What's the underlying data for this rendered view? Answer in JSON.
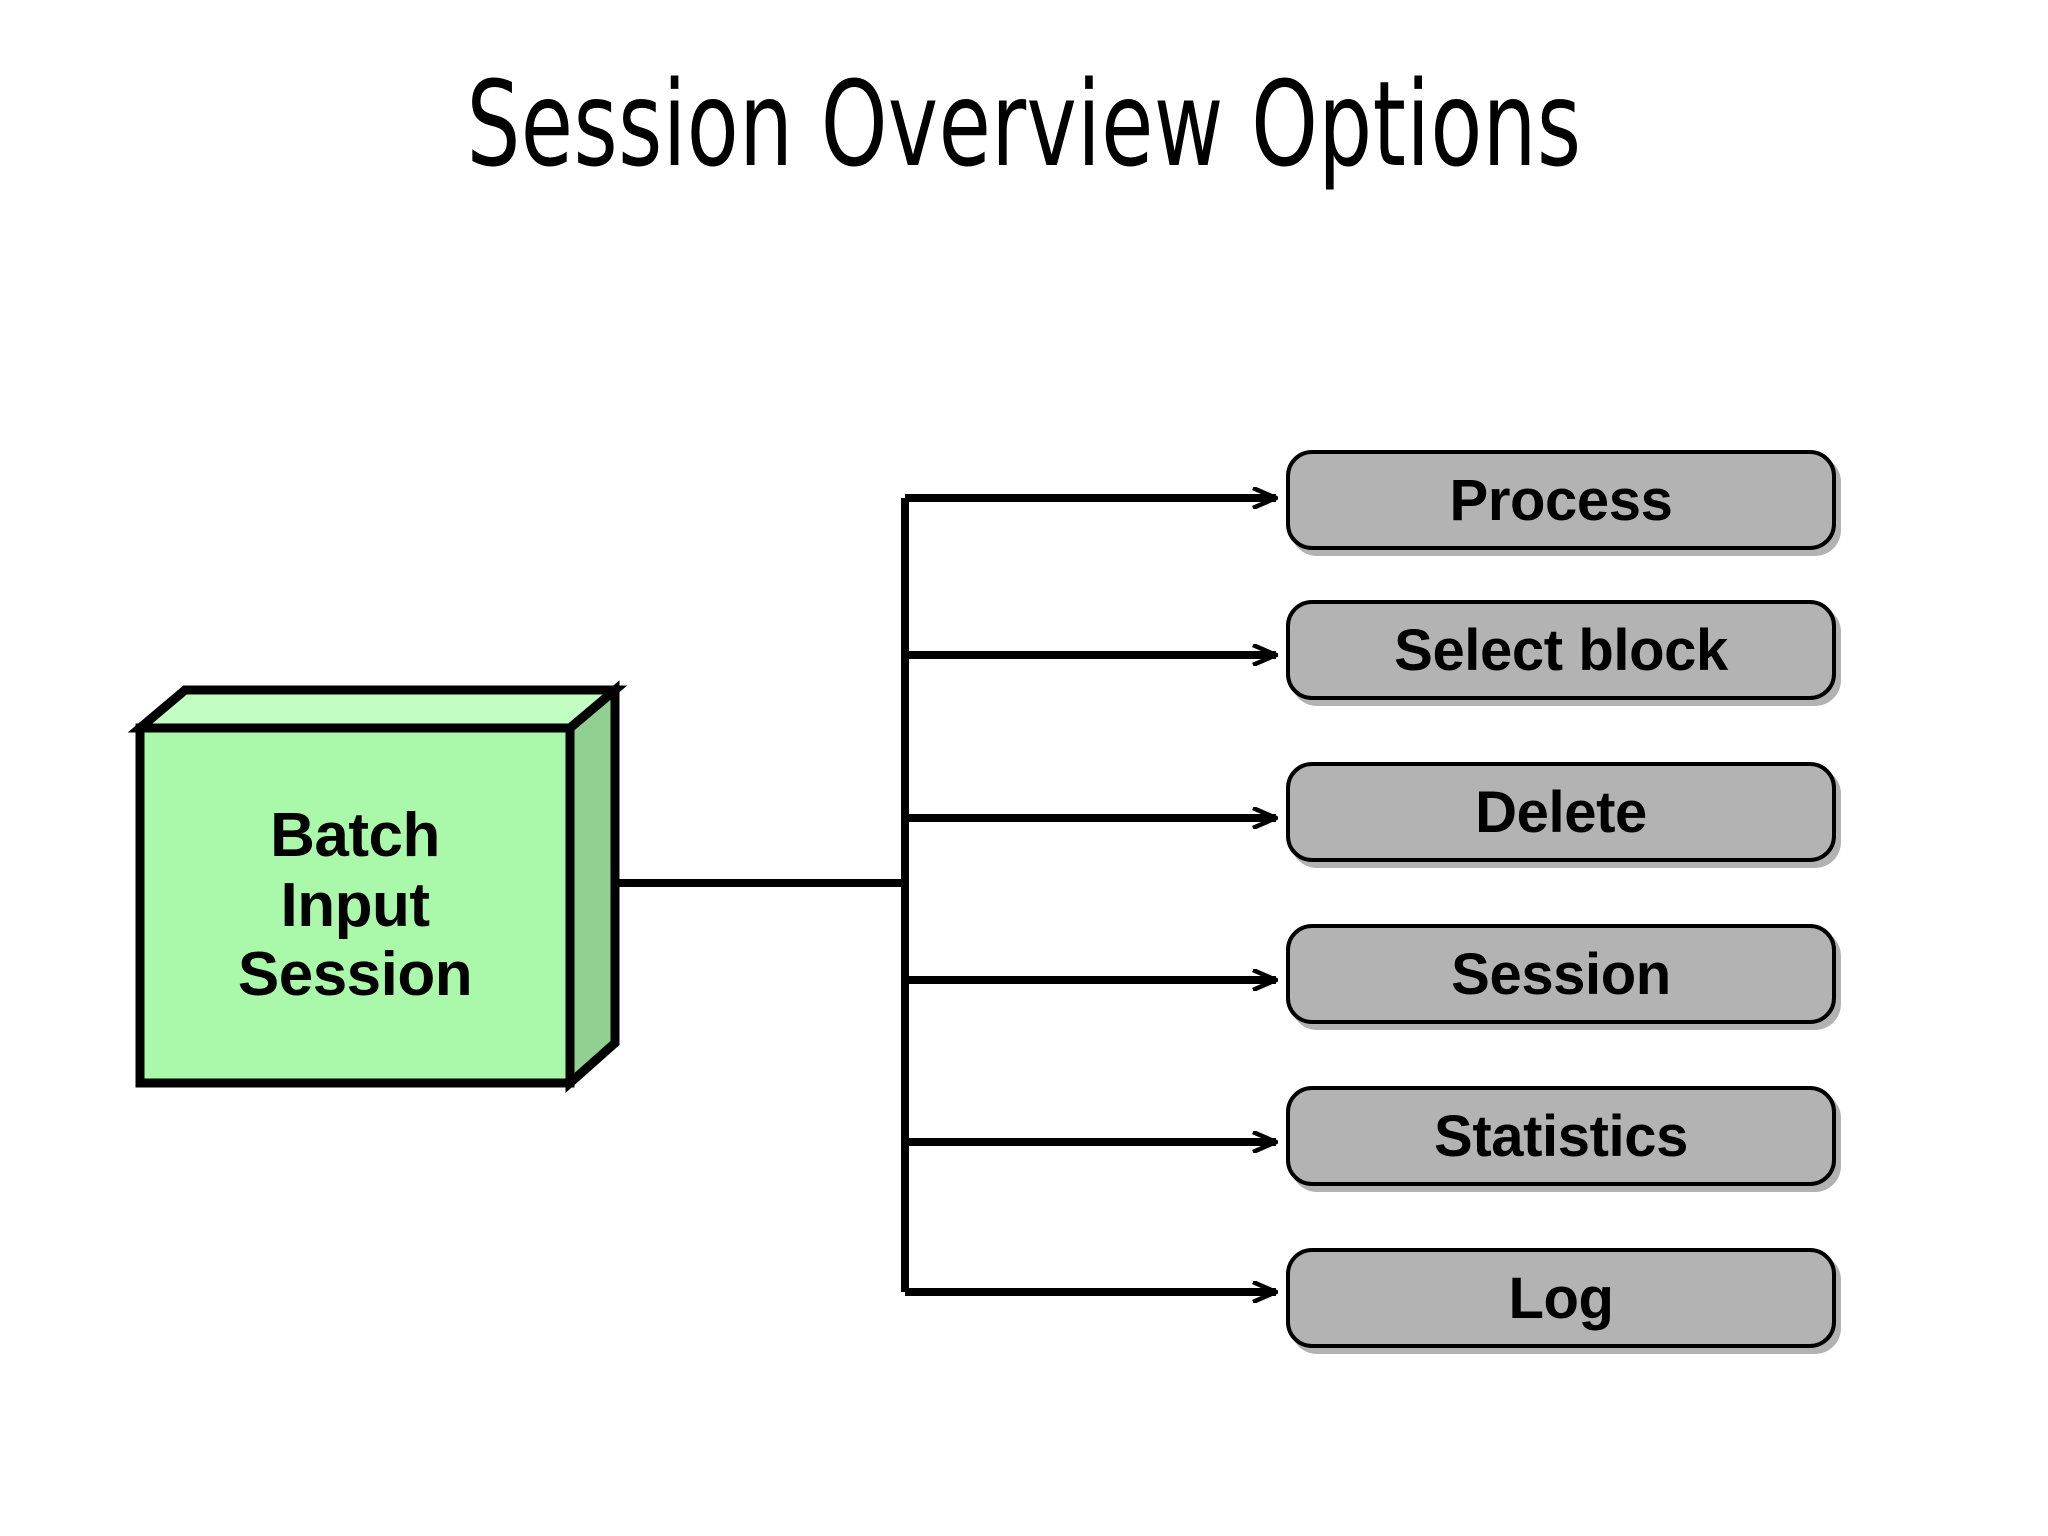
{
  "slide": {
    "title": "Session Overview Options",
    "background_color": "#ffffff"
  },
  "source_node": {
    "label_lines": [
      "Batch",
      "Input",
      "Session"
    ],
    "shape": "3d-cube",
    "face_color": "#aaf9aa",
    "side_color": "#92d092",
    "top_color": "#c2fdc2",
    "outline_color": "#000000"
  },
  "connector": {
    "style": "orthogonal-tree",
    "arrow_style": "open-chevron",
    "line_color": "#000000"
  },
  "options": [
    {
      "label": "Process"
    },
    {
      "label": "Select block"
    },
    {
      "label": "Delete"
    },
    {
      "label": "Session"
    },
    {
      "label": "Statistics"
    },
    {
      "label": "Log"
    }
  ],
  "colors": {
    "button_fill": "#b3b3b3",
    "button_border": "#000000",
    "text": "#000000"
  }
}
